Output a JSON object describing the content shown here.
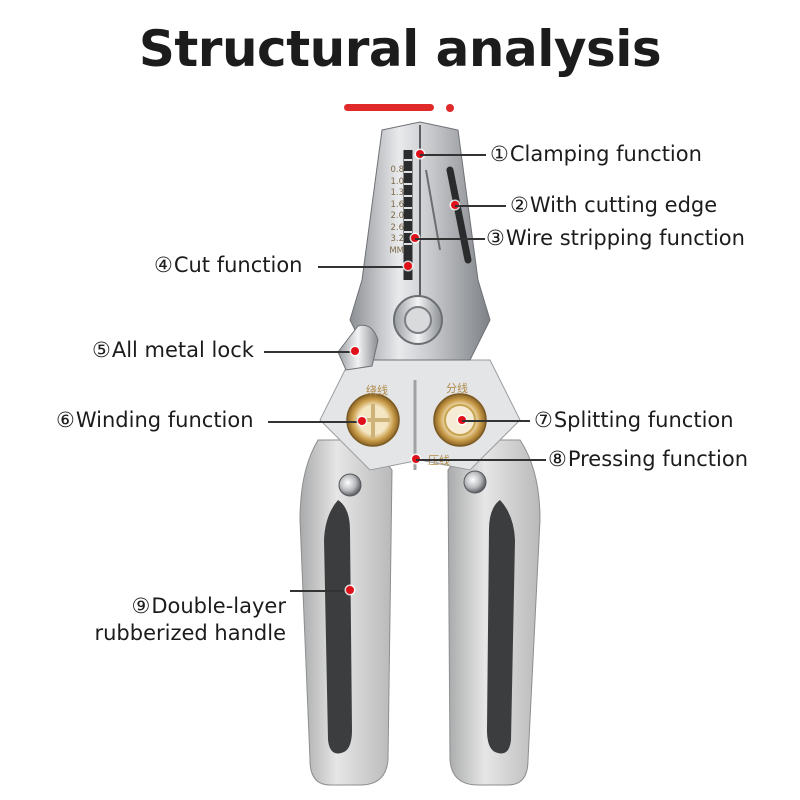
{
  "title": "Structural analysis",
  "accent_color": "#e02a2a",
  "scale": {
    "values": [
      "0.8",
      "1.0",
      "1.3",
      "1.6",
      "2.0",
      "2.6",
      "3.2",
      "MM"
    ]
  },
  "jaw_labels": {
    "winding": "绕线",
    "splitting": "分线",
    "pressing": "压线"
  },
  "callouts": [
    {
      "num": "①",
      "text": "Clamping function"
    },
    {
      "num": "②",
      "text": "With cutting edge"
    },
    {
      "num": "③",
      "text": "Wire stripping function"
    },
    {
      "num": "④",
      "text": "Cut function"
    },
    {
      "num": "⑤",
      "text": "All metal lock"
    },
    {
      "num": "⑥",
      "text": "Winding function"
    },
    {
      "num": "⑦",
      "text": "Splitting function"
    },
    {
      "num": "⑧",
      "text": "Pressing function"
    },
    {
      "num": "⑨",
      "text": "Double-layer\nrubberized handle"
    }
  ]
}
